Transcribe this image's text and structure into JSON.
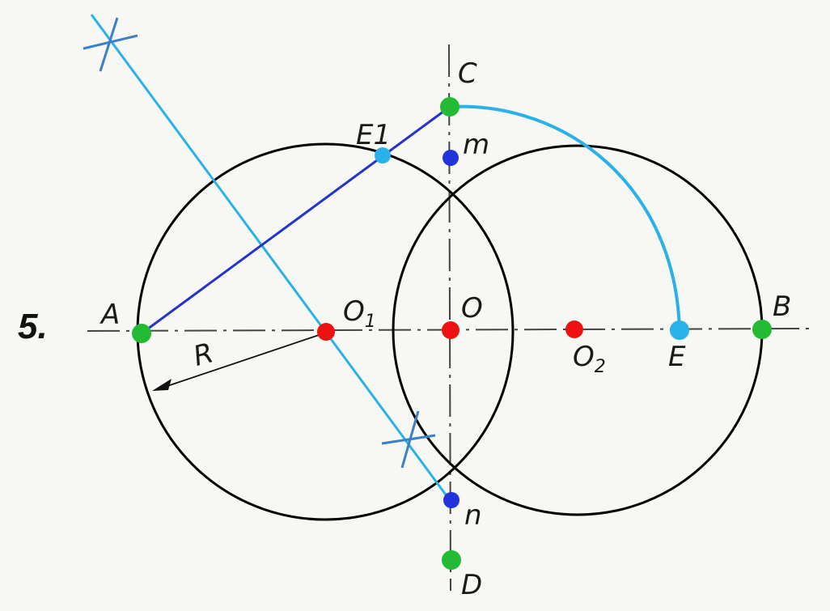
{
  "figure": {
    "number": "5."
  },
  "labels": {
    "A": "A",
    "B": "B",
    "C": "C",
    "D": "D",
    "E": "E",
    "E1": "E1",
    "O": "O",
    "O1_base": "O",
    "O1_sub": "1",
    "O2_base": "O",
    "O2_sub": "2",
    "m": "m",
    "n": "n",
    "R": "R"
  },
  "colors": {
    "circle": "#000000",
    "axis": "#333333",
    "construction_line": "#29b2ea",
    "segment_AC": "#2233cc",
    "point_green": "#22bb33",
    "point_red": "#ee1111",
    "point_blue": "#2233dd",
    "point_cyan": "#29b2ea"
  }
}
